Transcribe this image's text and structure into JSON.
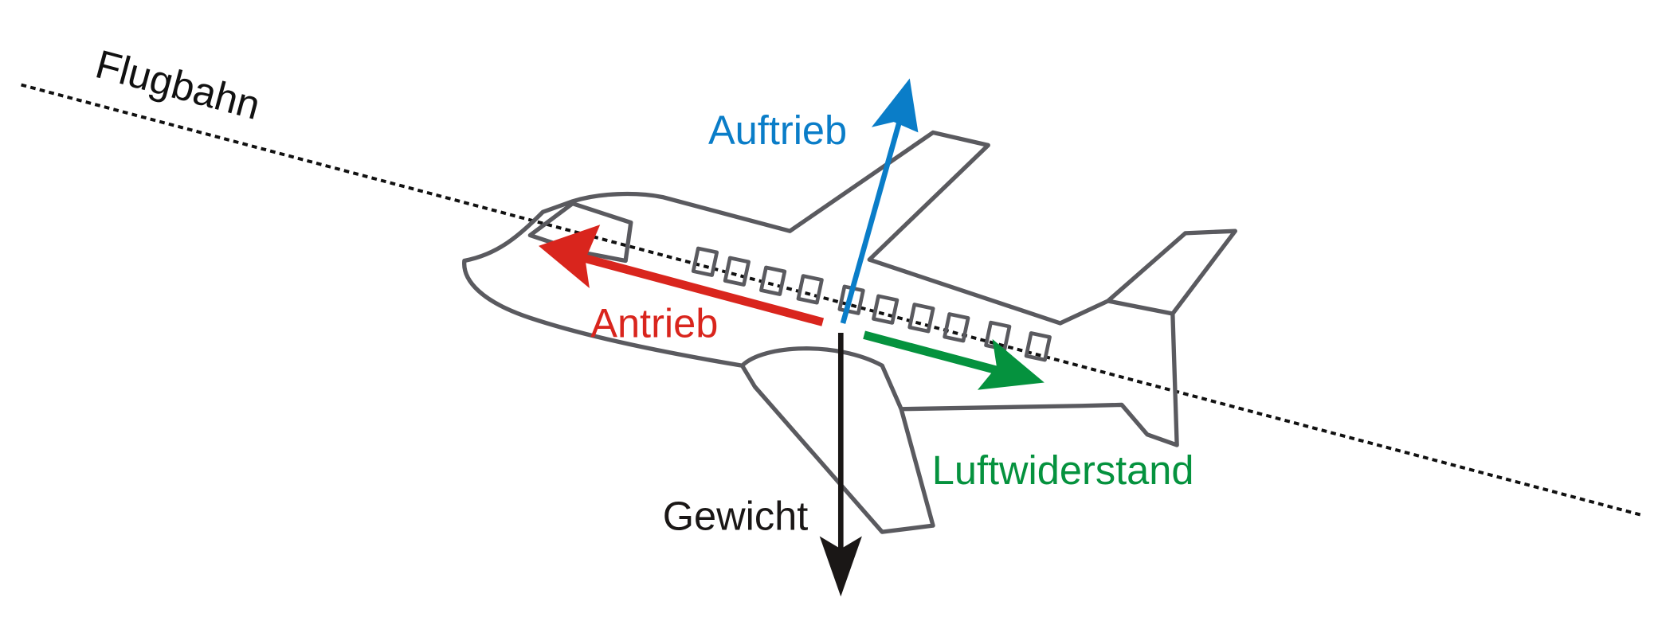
{
  "labels": {
    "path": "Flugbahn",
    "lift": "Auftrieb",
    "thrust": "Antrieb",
    "drag": "Luftwiderstand",
    "weight": "Gewicht"
  },
  "colors": {
    "lift": "#0a7dc8",
    "thrust": "#d9251d",
    "drag": "#05923e",
    "weight": "#1a1716",
    "outline": "#5a5a5f",
    "path": "#111111"
  }
}
